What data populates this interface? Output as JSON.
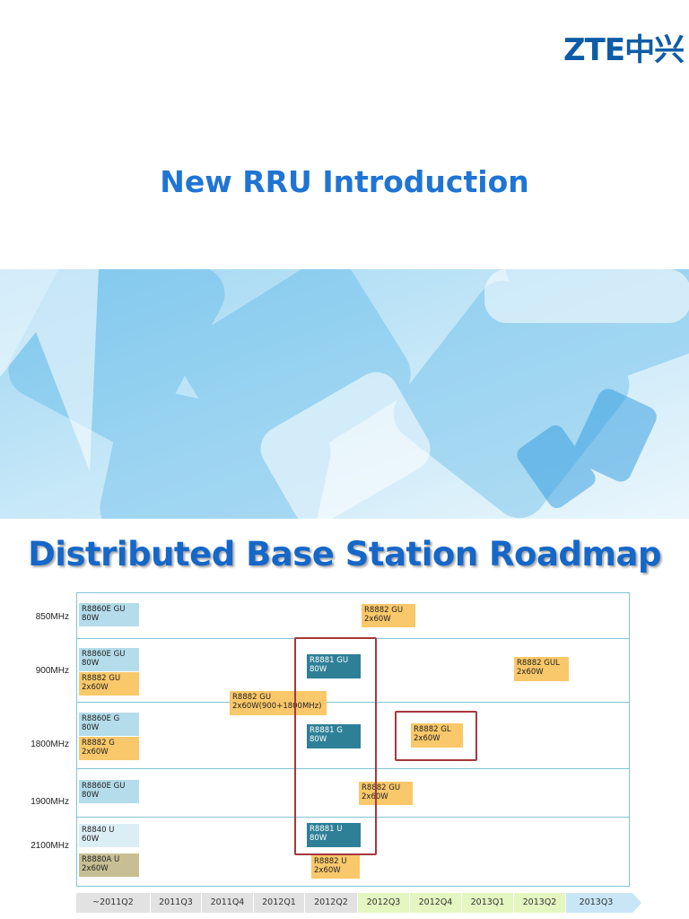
{
  "logo": {
    "text": "ZTE中兴"
  },
  "title": "New RRU Introduction",
  "heading": "Distributed Base Station Roadmap",
  "bands": [
    "850MHz",
    "900MHz",
    "1800MHz",
    "1900MHz",
    "2100MHz"
  ],
  "products": {
    "p850_current": [
      "R8860E GU",
      "80W"
    ],
    "p850_new": [
      "R8882 GU",
      "2x60W"
    ],
    "p900_current_a": [
      "R8860E GU",
      "80W"
    ],
    "p900_current_b": [
      "R8882 GU",
      "2x60W"
    ],
    "p900_mid": [
      "R8882 GU",
      "2x60W(900+1800MHz)"
    ],
    "p900_r8881": [
      "R8881 GU",
      "80W"
    ],
    "p900_gul": [
      "R8882 GUL",
      "2x60W"
    ],
    "p1800_current_a": [
      "R8860E G",
      "80W"
    ],
    "p1800_current_b": [
      "R8882 G",
      "2x60W"
    ],
    "p1800_r8881": [
      "R8881 G",
      "80W"
    ],
    "p1800_gl": [
      "R8882 GL",
      "2x60W"
    ],
    "p1900_current": [
      "R8860E GU",
      "80W"
    ],
    "p1900_new": [
      "R8882 GU",
      "2x60W"
    ],
    "p2100_current_a": [
      "R8840 U",
      "60W"
    ],
    "p2100_current_b": [
      "R8880A U",
      "2x60W"
    ],
    "p2100_r8881": [
      "R8881 U",
      "80W"
    ],
    "p2100_new": [
      "R8882 U",
      "2x60W"
    ]
  },
  "timeline": [
    "~2011Q2",
    "2011Q3",
    "2011Q4",
    "2012Q1",
    "2012Q2",
    "2012Q3",
    "2012Q4",
    "2013Q1",
    "2013Q2",
    "2013Q3"
  ],
  "colors": {
    "brand": "#0e5ca8",
    "title": "#1f74d4",
    "heading": "#1567c8",
    "frame": "#a6373e"
  }
}
